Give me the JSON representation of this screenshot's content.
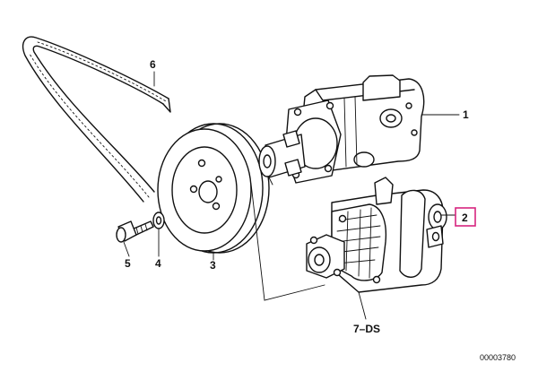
{
  "callouts": {
    "c1": "1",
    "c2": "2",
    "c3": "3",
    "c4": "4",
    "c5": "5",
    "c6": "6",
    "c7": "7–DS"
  },
  "diagram_ref": "00003780",
  "colors": {
    "highlight": "#d6247e",
    "line": "#111111"
  }
}
